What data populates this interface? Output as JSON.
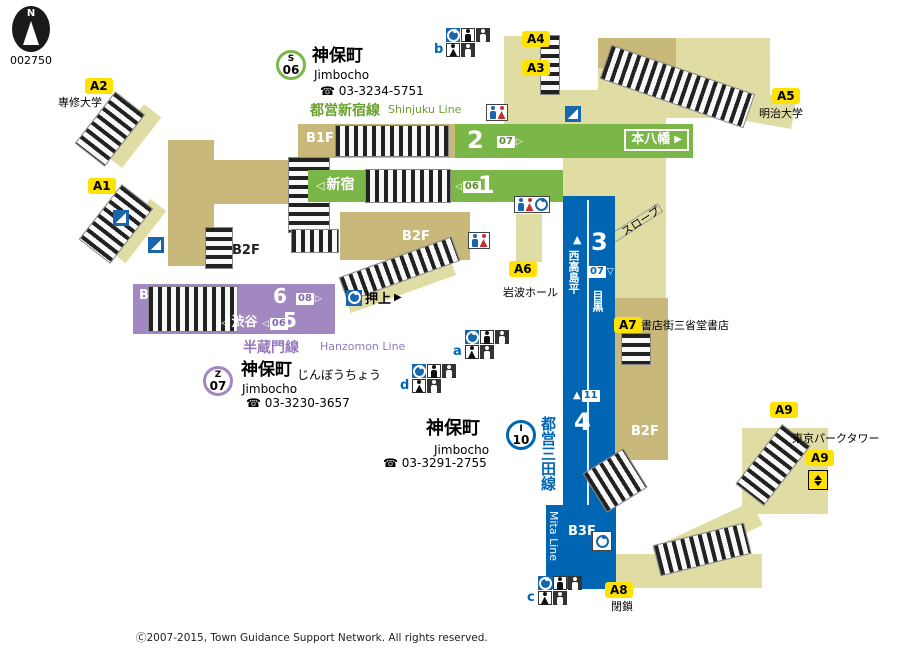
{
  "meta": {
    "compass_label": "N",
    "map_id": "002750",
    "copyright": "Ⓒ2007-2015, Town Guidance Support Network. All rights reserved."
  },
  "colors": {
    "shinjuku_green": "#7ab648",
    "hanzomon_purple": "#a288c0",
    "mita_blue": "#0066b3",
    "exit_yellow": "#ffe200",
    "corridor_light": "#e0dda4",
    "corridor_dark": "#c8b87a"
  },
  "stations": {
    "shinjuku": {
      "symbol": "S",
      "number": "06",
      "name_ja": "神保町",
      "name_en": "Jimbocho",
      "phone": "☎ 03-3234-5751",
      "line_ja": "都営新宿線",
      "line_en": "Shinjuku Line"
    },
    "hanzomon": {
      "symbol": "Z",
      "number": "07",
      "name_ja": "神保町",
      "name_kana": "じんぼうちょう",
      "name_en": "Jimbocho",
      "phone": "☎ 03-3230-3657",
      "line_ja": "半蔵門線",
      "line_en": "Hanzomon Line"
    },
    "mita": {
      "symbol": "I",
      "number": "10",
      "name_ja": "神保町",
      "name_en": "Jimbocho",
      "phone": "☎ 03-3291-2755",
      "line_ja": "都営三田線",
      "line_en": "Mita Line"
    }
  },
  "exits": {
    "a1": "A1",
    "a2": "A2",
    "a3": "A3",
    "a4": "A4",
    "a5": "A5",
    "a6": "A6",
    "a7": "A7",
    "a8": "A8",
    "a9": "A9",
    "a9_elevator": "A9"
  },
  "landmarks": {
    "a2": "専修大学",
    "a5": "明治大学",
    "a6": "岩波ホール",
    "a7": "書店街三省堂書店",
    "a8": "閉鎖",
    "a9": "東京パークタワー"
  },
  "floors": {
    "b1f": "B1F",
    "b2f_left": "B2F",
    "b2f_mid": "B2F",
    "b2f_right": "B2F",
    "b3f": "B3F",
    "b4f": "B4F"
  },
  "shinjuku_platforms": {
    "p2": {
      "number": "2",
      "esc_num": "07",
      "esc_arrow": "▷",
      "dest": "本八幡",
      "dest_arrow": "▶"
    },
    "p1": {
      "number": "1",
      "esc_num": "06",
      "esc_arrow": "◁",
      "dest": "新宿",
      "dest_arrow": "◁"
    }
  },
  "hanzomon_platforms": {
    "p6": {
      "number": "6",
      "esc_num": "08",
      "esc_arrow": "▷"
    },
    "p5": {
      "number": "5",
      "esc_num": "06",
      "esc_arrow": "◁",
      "dest": "渋谷",
      "dest_arrow": "◁"
    },
    "oshiage": {
      "dest": "押上",
      "dest_arrow": "▶"
    }
  },
  "mita_platforms": {
    "p3": {
      "number": "3",
      "esc_num": "07",
      "esc_arrow": "▽",
      "dir_arrow": "▲",
      "dir": "西高島平",
      "dir2": "目黒"
    },
    "p4": {
      "number": "4",
      "elev_arrow": "▲",
      "elev_num": "11"
    },
    "line_vertical_ja": "都営三田線",
    "line_vertical_en": "Mita Line"
  },
  "labels": {
    "slope": "スロープ"
  },
  "clusters": {
    "a": "a",
    "b": "b",
    "c": "c",
    "d": "d"
  }
}
